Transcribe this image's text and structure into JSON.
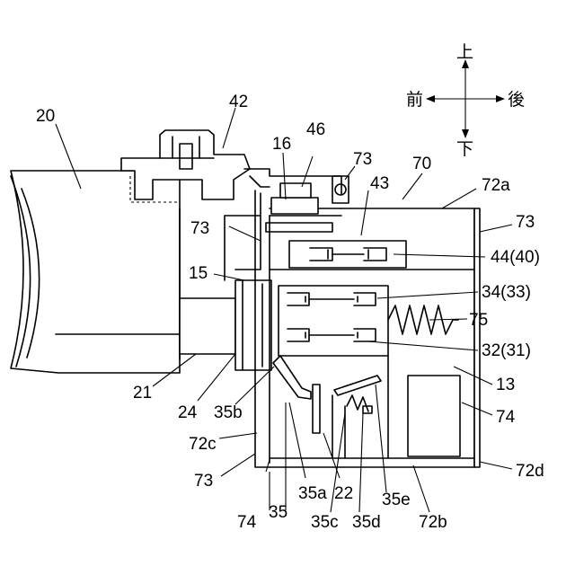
{
  "directions": {
    "up": "上",
    "down": "下",
    "front": "前",
    "rear": "後"
  },
  "labels": {
    "l20": "20",
    "l42": "42",
    "l16": "16",
    "l46": "46",
    "l73a": "73",
    "l70": "70",
    "l43": "43",
    "l72a": "72a",
    "l73b": "73",
    "l73c": "73",
    "l4440": "44(40)",
    "l15": "15",
    "l3433": "34(33)",
    "l75": "75",
    "l3231": "32(31)",
    "l21": "21",
    "l13": "13",
    "l24": "24",
    "l35b": "35b",
    "l74a": "74",
    "l72c": "72c",
    "l73d": "73",
    "l72d": "72d",
    "l35a": "35a",
    "l22": "22",
    "l35e": "35e",
    "l74b": "74",
    "l35": "35",
    "l35c": "35c",
    "l35d": "35d",
    "l72b": "72b"
  }
}
